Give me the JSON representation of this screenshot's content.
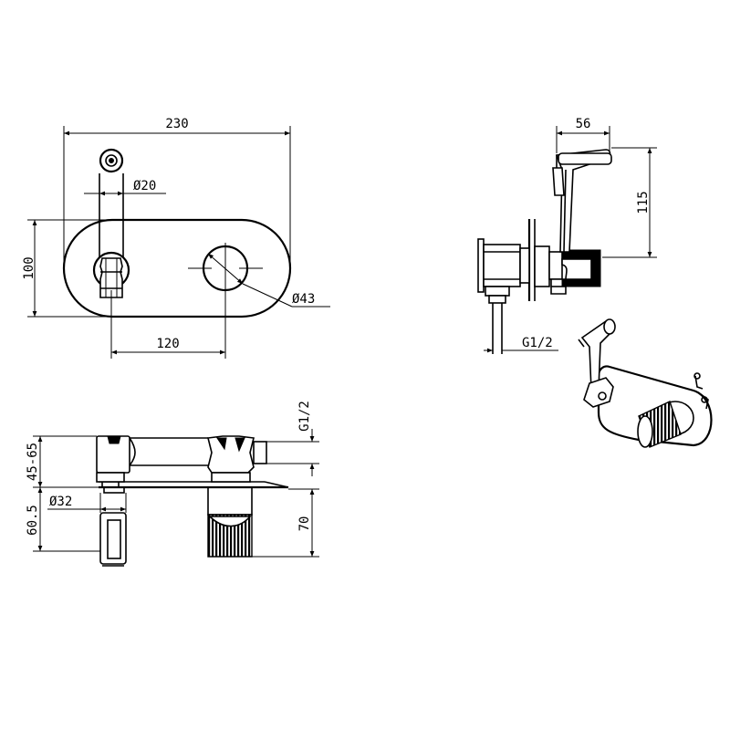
{
  "dimensions": {
    "overall_width": "230",
    "outlet_diameter": "Ø20",
    "plate_height": "100",
    "handle_diameter": "Ø43",
    "center_distance": "120",
    "side_width": "56",
    "side_height": "115",
    "side_thread": "G1/2",
    "bottom_thread": "G1/2",
    "projection": "45-65",
    "body_diameter": "Ø32",
    "left_depth": "60.5",
    "right_depth": "70"
  }
}
